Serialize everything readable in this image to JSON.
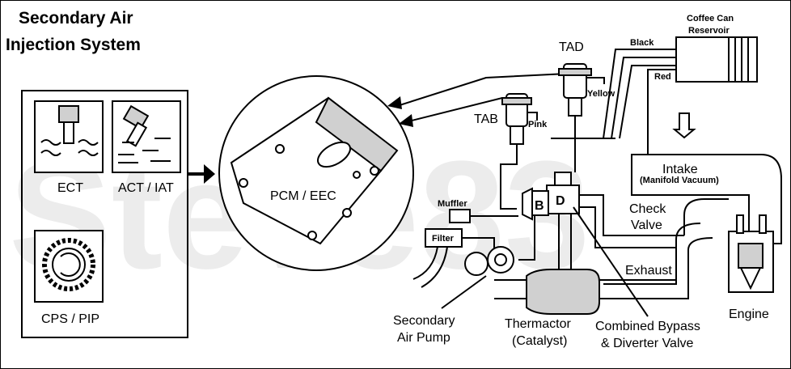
{
  "title_line1": "Secondary Air",
  "title_line2": "Injection System",
  "watermark": "Steve83",
  "sensors": {
    "ect": "ECT",
    "act": "ACT / IAT",
    "cps": "CPS / PIP"
  },
  "pcm": "PCM / EEC",
  "labels": {
    "tad": "TAD",
    "tab": "TAB",
    "pink": "Pink",
    "yellow": "Yellow",
    "black": "Black",
    "red": "Red",
    "reservoir_line1": "Coffee Can",
    "reservoir_line2": "Reservoir",
    "intake_line1": "Intake",
    "intake_line2": "(Manifold Vacuum)",
    "check_line1": "Check",
    "check_line2": "Valve",
    "muffler": "Muffler",
    "filter": "Filter",
    "bypass_letter": "B",
    "diverter_letter": "D",
    "exhaust": "Exhaust",
    "engine": "Engine",
    "pump_line1": "Secondary",
    "pump_line2": "Air Pump",
    "cat_line1": "Thermactor",
    "cat_line2": "(Catalyst)",
    "valve_line1": "Combined Bypass",
    "valve_line2": "& Diverter Valve"
  }
}
